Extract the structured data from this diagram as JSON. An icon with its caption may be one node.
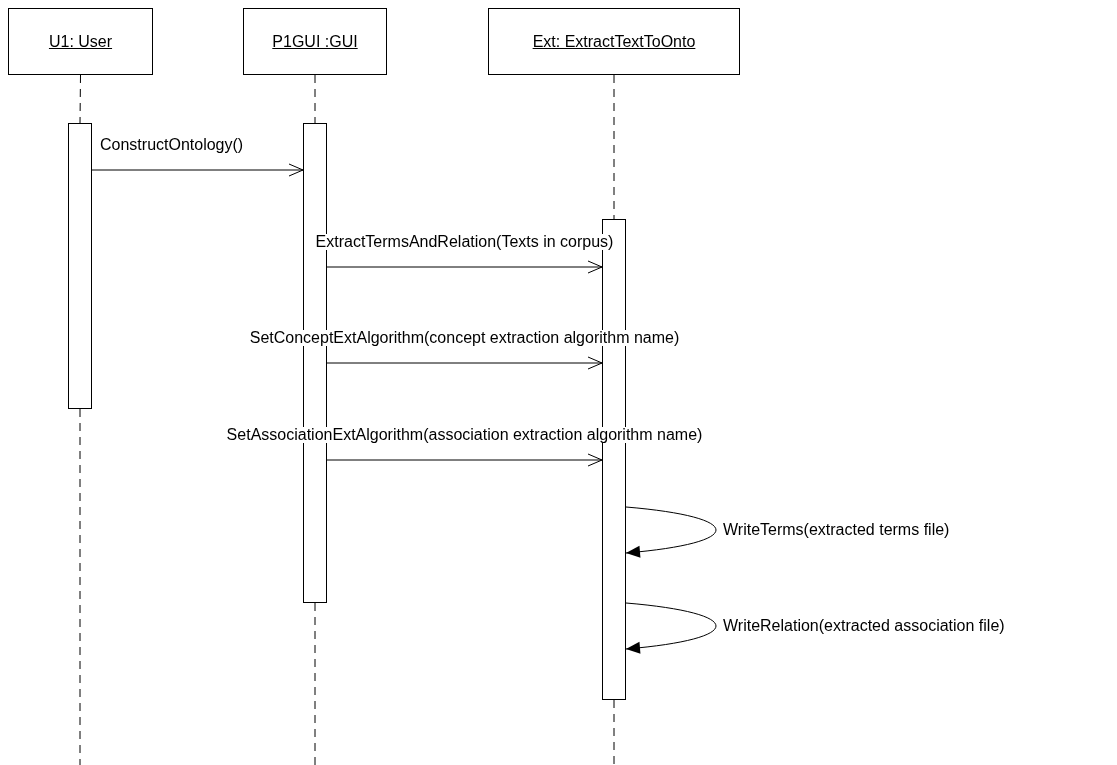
{
  "diagram": {
    "nodes": [
      {
        "text": [
          "U1: User"
        ]
      },
      {
        "text": [
          "P1GUI :GUI"
        ]
      },
      {
        "text": [
          "Ext: ExtractTextToOnto"
        ]
      },
      {
        "text": [],
        "shape": "bar"
      },
      {
        "text": [],
        "shape": "bar"
      },
      {
        "text": [],
        "shape": "bar"
      }
    ],
    "edges": [
      {
        "from": 0,
        "to": 3,
        "arrow": "none",
        "style": "dashed"
      },
      {
        "from": 1,
        "to": 4,
        "arrow": "none",
        "style": "dashed"
      },
      {
        "from": 2,
        "to": 5,
        "arrow": "none",
        "style": "dashed"
      },
      {
        "from": 3,
        "to": 4,
        "arrow": "to",
        "label": "ConstructOntology()"
      },
      {
        "from": 4,
        "to": 5,
        "arrow": "to",
        "label": "ExtractTermsAndRelation(Texts in corpus)"
      },
      {
        "from": 4,
        "to": 5,
        "arrow": "to",
        "label": "SetConceptExtAlgorithm(concept extraction algorithm name)"
      },
      {
        "from": 4,
        "to": 5,
        "arrow": "to",
        "label": "SetAssociationExtAlgorithm(association extraction algorithm name)"
      },
      {
        "from": 5,
        "to": 5,
        "arrow": "to",
        "label": "WriteTerms(extracted terms file)"
      },
      {
        "from": 5,
        "to": 5,
        "arrow": "to",
        "label": "WriteRelation(extracted association file)"
      }
    ]
  }
}
